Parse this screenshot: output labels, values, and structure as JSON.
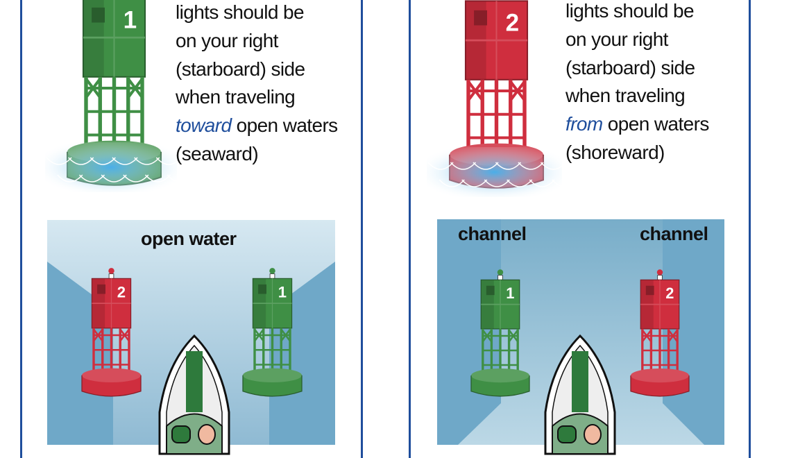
{
  "left_panel": {
    "buoy_number": "1",
    "buoy_color": "#3f8f45",
    "lines": [
      "lights should be",
      "on your right",
      "(starboard) side",
      "when traveling"
    ],
    "emphasis": "toward",
    "line5_rest": " open waters",
    "line6": "(seaward)",
    "scene": {
      "label": "open water",
      "buoys": [
        {
          "number": "2",
          "color": "#cf2e3e"
        },
        {
          "number": "1",
          "color": "#3f8f45"
        }
      ]
    }
  },
  "right_panel": {
    "buoy_number": "2",
    "buoy_color": "#cf2e3e",
    "lines": [
      "lights should be",
      "on your right",
      "(starboard) side",
      "when traveling"
    ],
    "emphasis": "from",
    "line5_rest": " open waters",
    "line6": "(shoreward)",
    "scene": {
      "labels": [
        "channel",
        "channel"
      ],
      "buoys": [
        {
          "number": "1",
          "color": "#3f8f45"
        },
        {
          "number": "2",
          "color": "#cf2e3e"
        }
      ]
    }
  },
  "colors": {
    "border": "#1f4e9c",
    "emphasis": "#1f4e9c",
    "water_light": "#b9d7e6",
    "water_dark": "#6fa8c8"
  }
}
